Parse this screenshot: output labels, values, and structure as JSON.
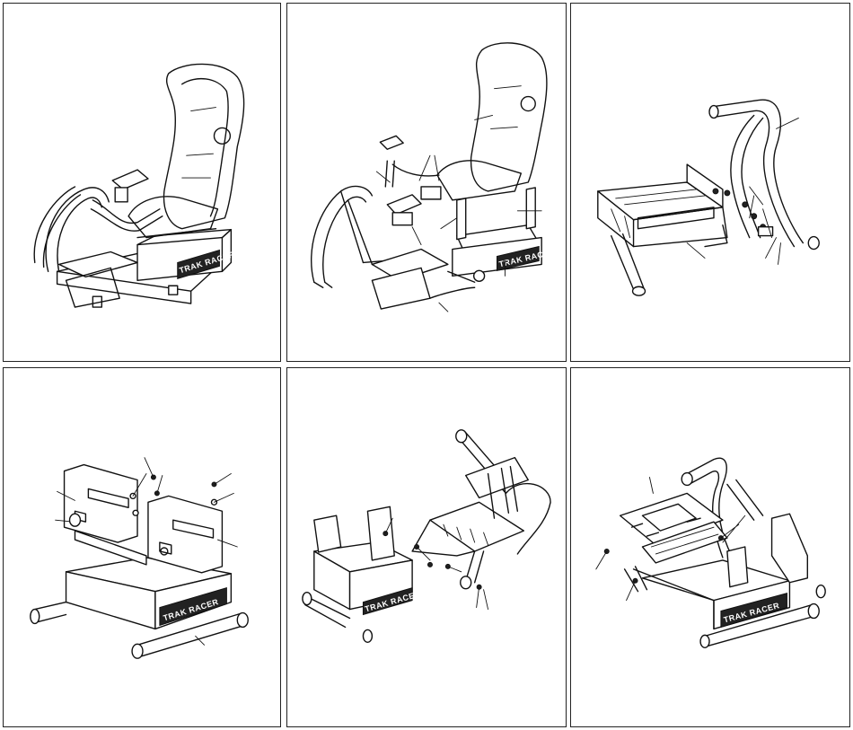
{
  "panels": [
    {
      "id": "step-1-assembled-cockpit"
    },
    {
      "id": "step-2-exploded-cockpit"
    },
    {
      "id": "step-3-frame-and-seat-tray"
    },
    {
      "id": "step-4-seat-brackets-on-base"
    },
    {
      "id": "step-5-base-to-upright-frame"
    },
    {
      "id": "step-6-wheel-plate-mounting"
    }
  ],
  "brand": {
    "logo_text": "TRAK RACER"
  },
  "colors": {
    "line": "#111111",
    "panel_border": "#222222",
    "background": "#ffffff",
    "shade": "#d8d8d8"
  }
}
